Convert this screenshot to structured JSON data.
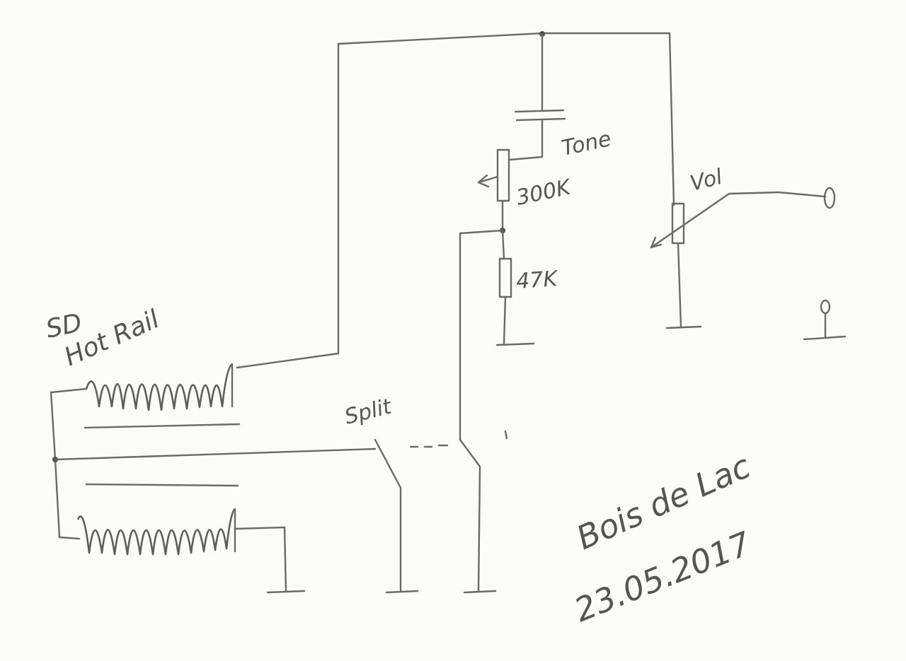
{
  "labels": {
    "tone": "Tone",
    "pot_tone_value": "300K",
    "resistor_value": "47K",
    "vol": "Vol",
    "pickup_line1": "SD",
    "pickup_line2": "Hot Rail",
    "switch": "Split",
    "maker": "Bois de Lac",
    "date": "23.05.2017"
  },
  "colors": {
    "pencil": "#6a6a6a",
    "paper": "#fbfbfa"
  }
}
